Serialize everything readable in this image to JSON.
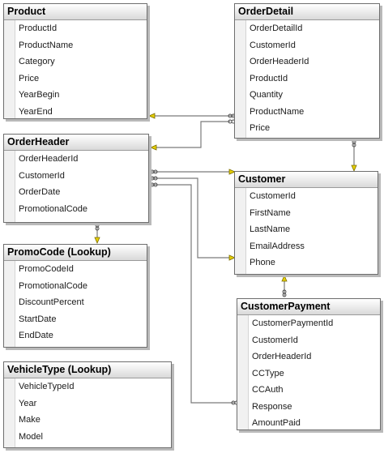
{
  "tables": {
    "product": {
      "title": "Product",
      "columns": [
        "ProductId",
        "ProductName",
        "Category",
        "Price",
        "YearBegin",
        "YearEnd"
      ]
    },
    "orderdetail": {
      "title": "OrderDetail",
      "columns": [
        "OrderDetailId",
        "CustomerId",
        "OrderHeaderId",
        "ProductId",
        "Quantity",
        "ProductName",
        "Price"
      ]
    },
    "orderheader": {
      "title": "OrderHeader",
      "columns": [
        "OrderHeaderId",
        "CustomerId",
        "OrderDate",
        "PromotionalCode"
      ]
    },
    "customer": {
      "title": "Customer",
      "columns": [
        "CustomerId",
        "FirstName",
        "LastName",
        "EmailAddress",
        "Phone"
      ]
    },
    "promocode": {
      "title": "PromoCode (Lookup)",
      "columns": [
        "PromoCodeId",
        "PromotionalCode",
        "DiscountPercent",
        "StartDate",
        "EndDate"
      ]
    },
    "customerpayment": {
      "title": "CustomerPayment",
      "columns": [
        "CustomerPaymentId",
        "CustomerId",
        "OrderHeaderId",
        "CCType",
        "CCAuth",
        "Response",
        "AmountPaid"
      ]
    },
    "vehicletype": {
      "title": "VehicleType (Lookup)",
      "columns": [
        "VehicleTypeId",
        "Year",
        "Make",
        "Model"
      ]
    }
  },
  "icons": {
    "primary_key": "key-icon",
    "one_end": "key-endpoint-icon",
    "many_end": "infinity-endpoint-icon"
  },
  "colors": {
    "line": "#7a7a7a",
    "key": "#c8b400",
    "header_top": "#ffffff",
    "header_bottom": "#d9d9d9"
  }
}
